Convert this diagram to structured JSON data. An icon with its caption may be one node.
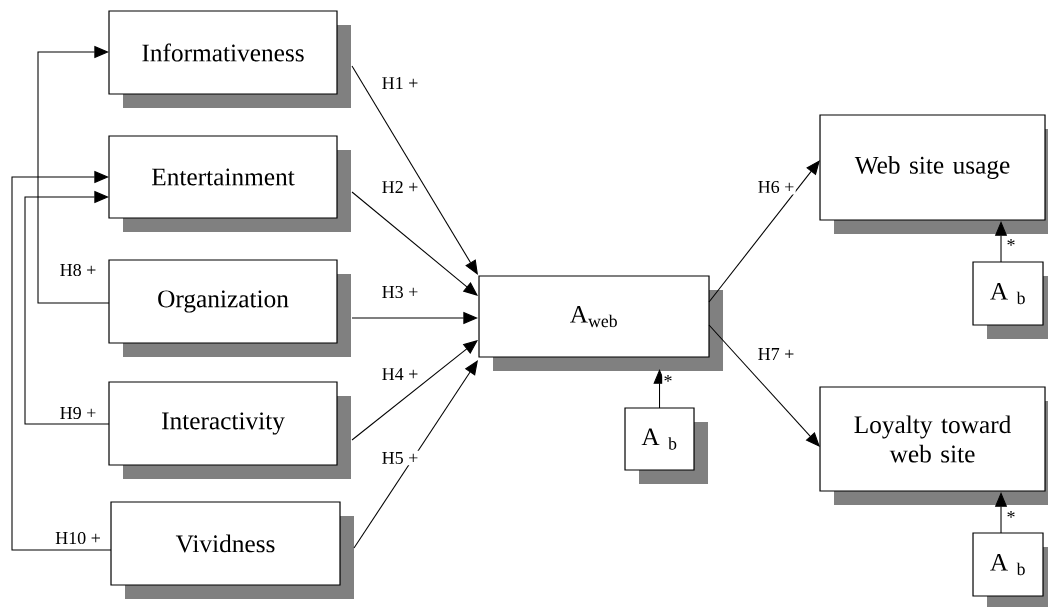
{
  "diagram": {
    "nodes": [
      {
        "text": [
          "Informativeness"
        ]
      },
      {
        "text": [
          "Entertainment"
        ]
      },
      {
        "text": [
          "Organization"
        ]
      },
      {
        "text": [
          "Interactivity"
        ]
      },
      {
        "text": [
          "Vividness"
        ]
      },
      {
        "text": [
          "A$_{web}$"
        ]
      },
      {
        "text": [
          "A $_{b}$"
        ]
      },
      {
        "text": [
          "Web site usage"
        ]
      },
      {
        "text": [
          "A $_{b}$"
        ]
      },
      {
        "text": [
          "Loyalty toward web site"
        ]
      },
      {
        "text": [
          "A $_{b}$"
        ]
      }
    ],
    "edges": [
      {
        "from": 0,
        "to": 5,
        "arrow": "to",
        "label": "H1 +"
      },
      {
        "from": 1,
        "to": 5,
        "arrow": "to",
        "label": "H2 +"
      },
      {
        "from": 2,
        "to": 5,
        "arrow": "to",
        "label": "H3 +"
      },
      {
        "from": 3,
        "to": 5,
        "arrow": "to",
        "label": "H4 +"
      },
      {
        "from": 4,
        "to": 5,
        "arrow": "to",
        "label": "H5 +"
      },
      {
        "from": 5,
        "to": 7,
        "arrow": "to",
        "label": "H6 +"
      },
      {
        "from": 5,
        "to": 9,
        "arrow": "to",
        "label": "H7 +"
      },
      {
        "from": 2,
        "to": 0,
        "arrow": "to",
        "label": "H8 +"
      },
      {
        "from": 3,
        "to": 1,
        "arrow": "to",
        "label": "H9 +"
      },
      {
        "from": 4,
        "to": 1,
        "arrow": "to",
        "label": "H10 +"
      },
      {
        "from": 6,
        "to": 5,
        "arrow": "to",
        "label": "*"
      },
      {
        "from": 8,
        "to": 7,
        "arrow": "to",
        "label": "*"
      },
      {
        "from": 10,
        "to": 9,
        "arrow": "to",
        "label": "*"
      }
    ]
  }
}
